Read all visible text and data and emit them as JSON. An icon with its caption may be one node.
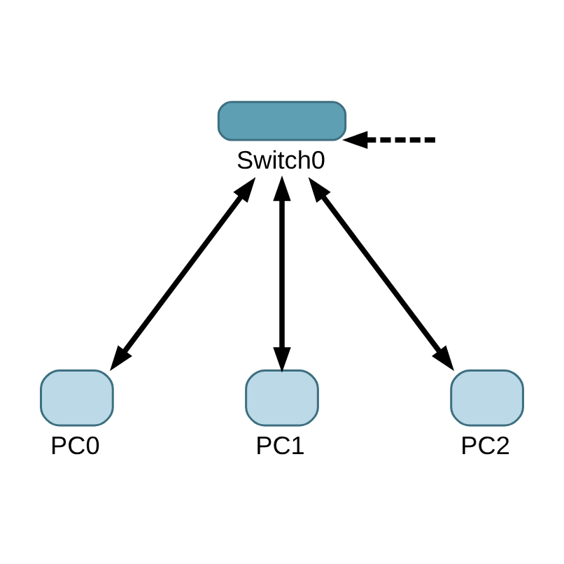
{
  "diagram": {
    "nodes": [
      {
        "text": [
          "Switch0"
        ]
      },
      {
        "text": [
          "PC0"
        ]
      },
      {
        "text": [
          "PC1"
        ]
      },
      {
        "text": [
          "PC2"
        ]
      }
    ],
    "edges": [
      {
        "from": 0,
        "to": 1,
        "arrow": "both"
      },
      {
        "from": 0,
        "to": 2,
        "arrow": "both"
      },
      {
        "from": 0,
        "to": 3,
        "arrow": "both"
      },
      {
        "from": null,
        "to": 0,
        "arrow": "to",
        "style": "dashed"
      }
    ]
  }
}
